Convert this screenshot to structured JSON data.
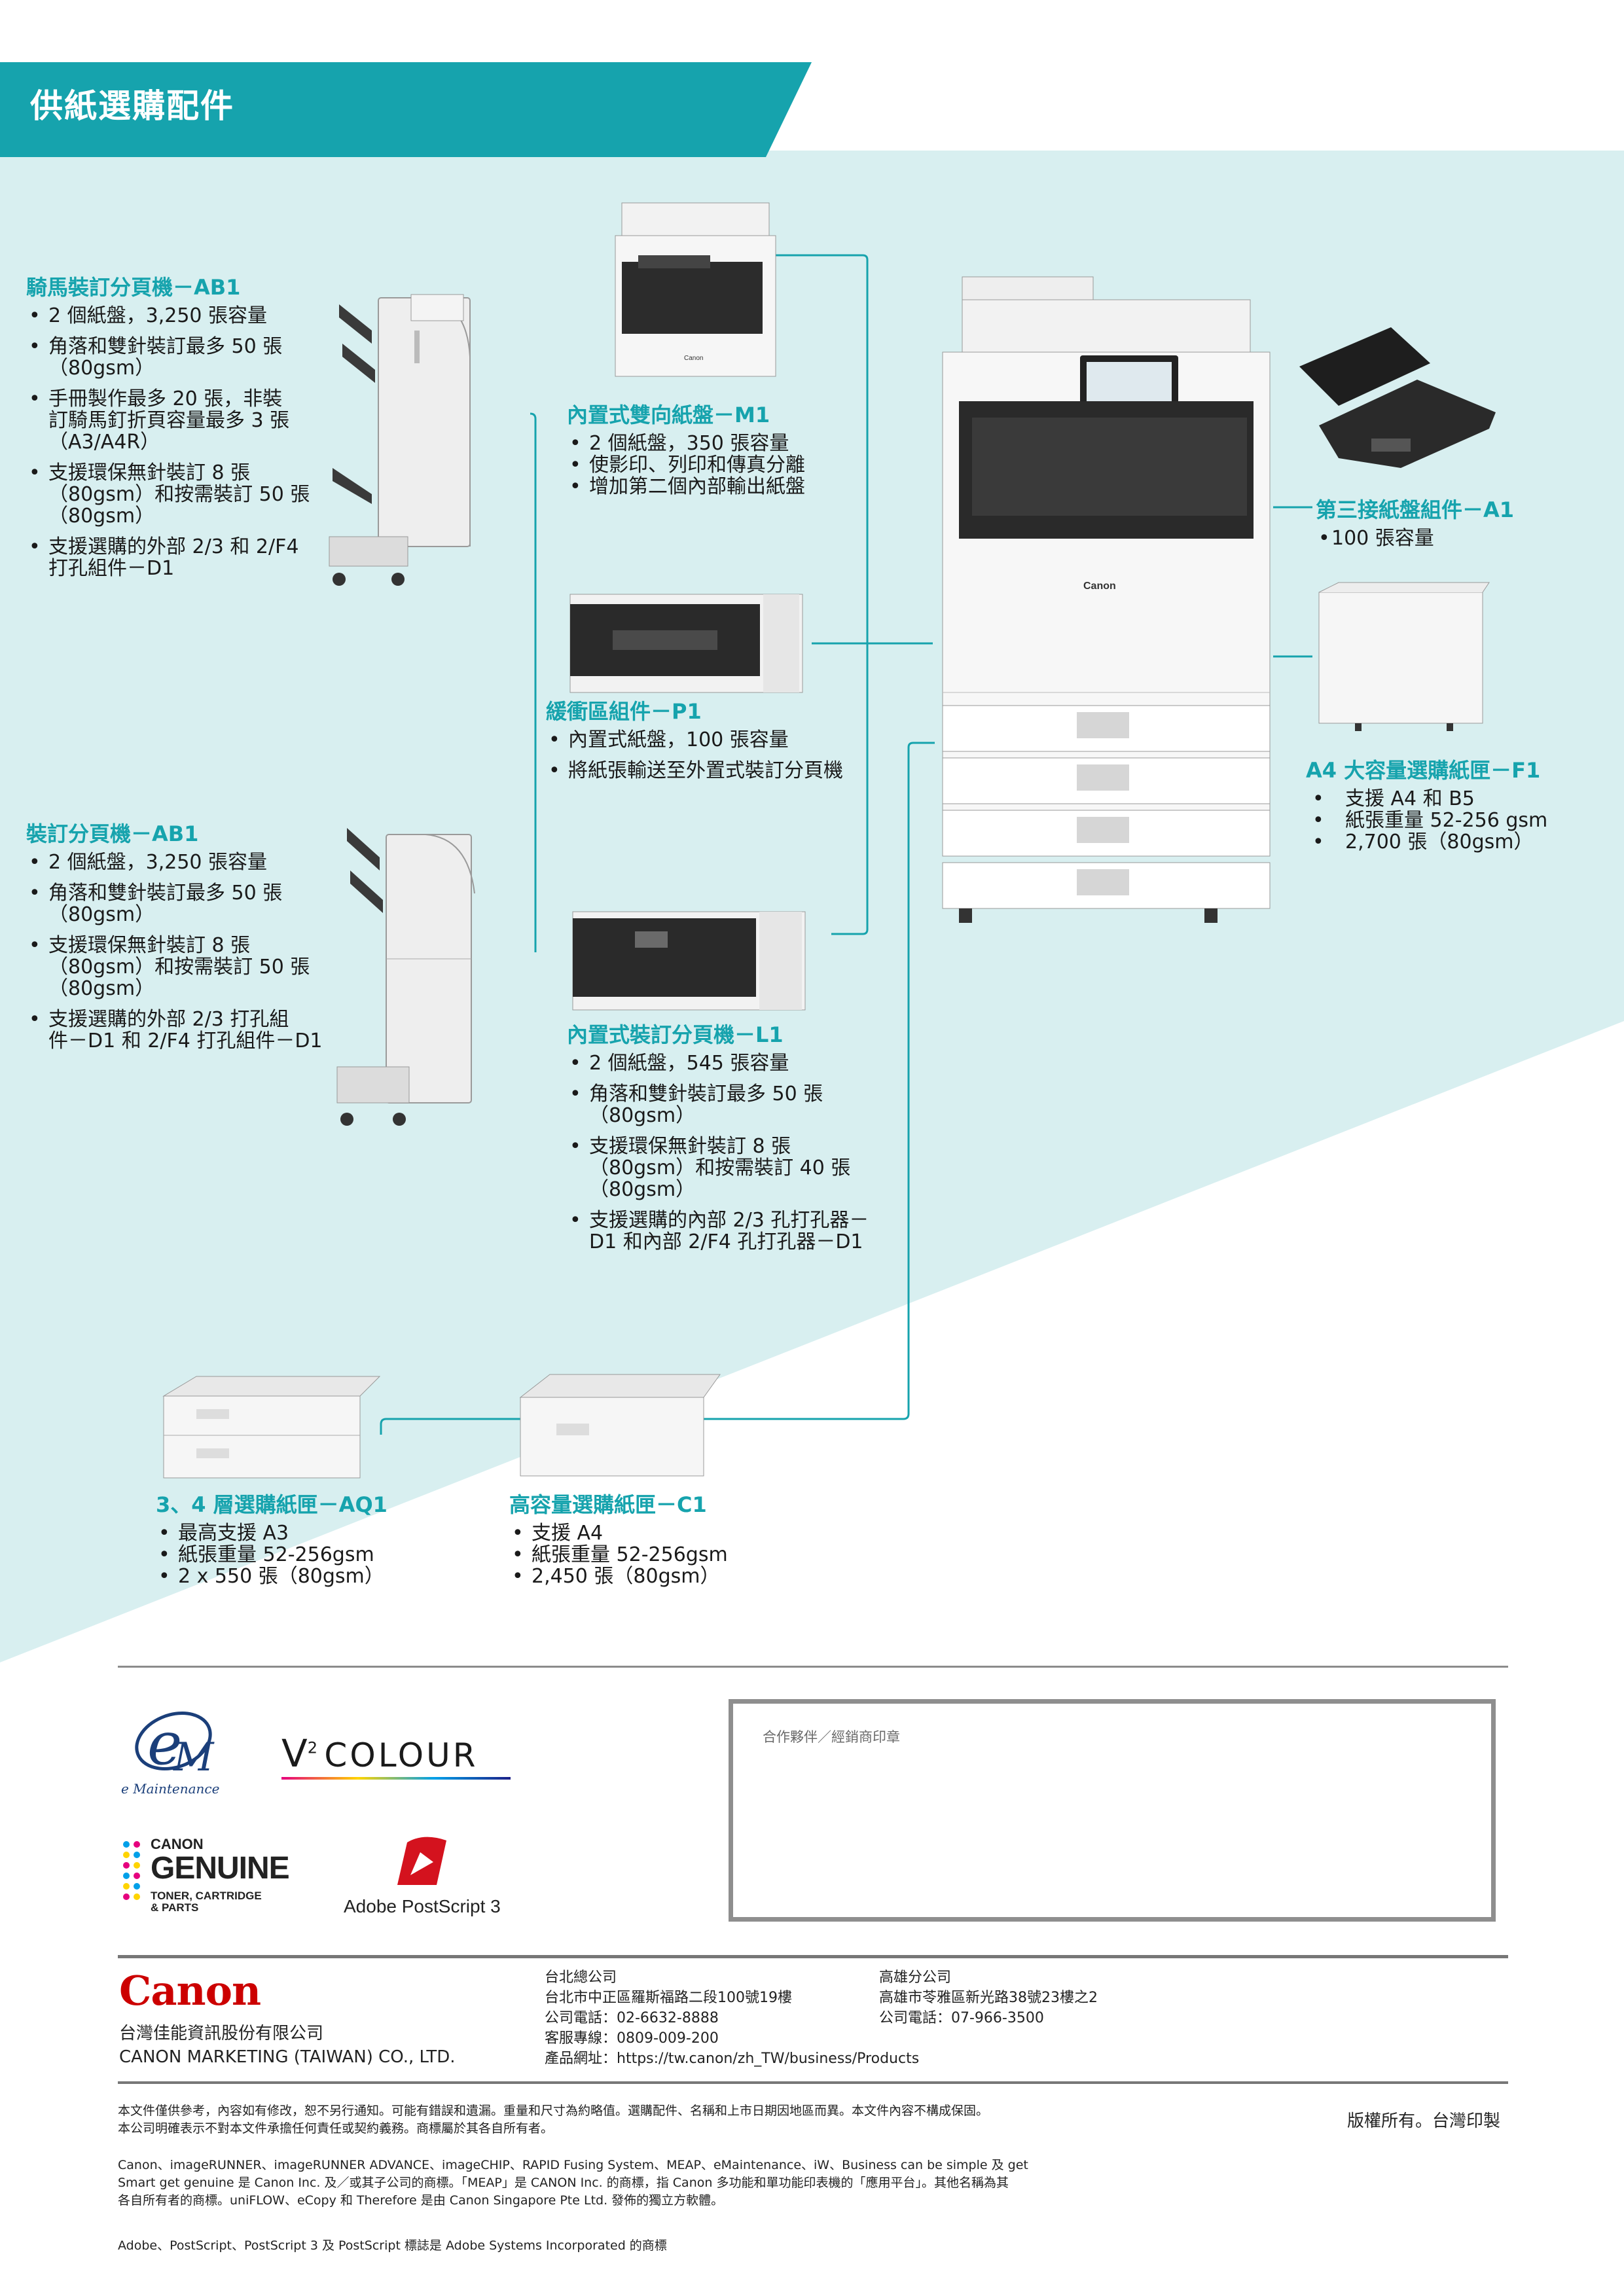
{
  "colors": {
    "teal": "#16a3ad",
    "pale_band": "#d8eff0",
    "line": "#16a3ad"
  },
  "header": {
    "title": "供紙選購配件"
  },
  "products": {
    "saddle_finisher": {
      "title": "騎馬裝訂分頁機－AB1",
      "items": [
        "2 個紙盤，3,250 張容量",
        "角落和雙針裝訂最多 50 張\n（80gsm）",
        "手冊製作最多 20 張，非裝\n訂騎馬釘折頁容量最多 3 張\n（A3/A4R）",
        "支援環保無針裝訂 8 張\n（80gsm）和按需裝訂 50 張\n（80gsm）",
        "支援選購的外部 2/3 和 2/F4\n打孔組件－D1"
      ]
    },
    "staple_finisher": {
      "title": "裝訂分頁機－AB1",
      "items": [
        "2 個紙盤，3,250 張容量",
        "角落和雙針裝訂最多 50 張\n（80gsm）",
        "支援環保無針裝訂 8 張\n（80gsm）和按需裝訂 50 張\n（80gsm）",
        "支援選購的外部 2/3 打孔組\n件－D1 和 2/F4 打孔組件－D1"
      ]
    },
    "inner_2way_tray": {
      "title": "內置式雙向紙盤－M1",
      "items": [
        "2 個紙盤，350 張容量",
        "使影印、列印和傳真分離",
        "增加第二個內部輸出紙盤"
      ]
    },
    "buffer_pass": {
      "title": "緩衝區組件－P1",
      "items": [
        "內置式紙盤，100 張容量",
        "將紙張輸送至外置式裝訂分頁機"
      ]
    },
    "inner_finisher": {
      "title": "內置式裝訂分頁機－L1",
      "items": [
        "2 個紙盤，545 張容量",
        "角落和雙針裝訂最多 50 張\n（80gsm）",
        "支援環保無針裝訂 8 張\n（80gsm）和按需裝訂 40 張\n（80gsm）",
        "支援選購的內部 2/3 孔打孔器－\nD1 和內部 2/F4 孔打孔器－D1"
      ]
    },
    "third_tray": {
      "title": "第三接紙盤組件－A1",
      "items": [
        "100 張容量"
      ]
    },
    "a4_hcf": {
      "title": "A4 大容量選購紙匣－F1",
      "items": [
        "支援 A4 和 B5",
        "紙張重量 52-256 gsm",
        "2,700 張（80gsm）"
      ]
    },
    "cassette_aq1": {
      "title": "3、4 層選購紙匣－AQ1",
      "items": [
        "最高支援 A3",
        "紙張重量 52-256gsm",
        "2 x 550 張（80gsm）"
      ]
    },
    "hcf_c1": {
      "title": "高容量選購紙匣－C1",
      "items": [
        "支援 A4",
        "紙張重量 52-256gsm",
        "2,450 張（80gsm）"
      ]
    }
  },
  "logos": {
    "emaintenance": "e Maintenance",
    "v2colour": "COLOUR",
    "genuine_top": "CANON",
    "genuine_main": "GENUINE",
    "genuine_sub1": "TONER, CARTRIDGE",
    "genuine_sub2": "& PARTS",
    "adobe": "Adobe PostScript 3",
    "canon": "Canon"
  },
  "stamp": {
    "label": "合作夥伴／經銷商印章"
  },
  "company": {
    "name_zh": "台灣佳能資訊股份有限公司",
    "name_en": "CANON MARKETING (TAIWAN) CO., LTD."
  },
  "taipei": {
    "title": "台北總公司",
    "address": "台北市中正區羅斯福路二段100號19樓",
    "phone": "公司電話：02-6632-8888",
    "service": "客服專線：0809-009-200",
    "website": "產品網址：https://tw.canon/zh_TW/business/Products"
  },
  "kaohsiung": {
    "title": "高雄分公司",
    "address": "高雄市苓雅區新光路38號23樓之2",
    "phone": "公司電話：07-966-3500"
  },
  "notes": {
    "disclaimer1": "本文件僅供參考，內容如有修改，恕不另行通知。可能有錯誤和遺漏。重量和尺寸為約略值。選購配件、名稱和上市日期因地區而異。本文件內容不構成保固。",
    "disclaimer2": "本公司明確表示不對本文件承擔任何責任或契約義務。商標屬於其各自所有者。",
    "trademark1": "Canon、imageRUNNER、imageRUNNER ADVANCE、imageCHIP、RAPID Fusing System、MEAP、eMaintenance、iW、Business can be simple 及 get",
    "trademark2": "Smart get genuine 是 Canon Inc. 及／或其子公司的商標。「MEAP」是 CANON Inc. 的商標，指 Canon 多功能和單功能印表機的「應用平台」。其他名稱為其",
    "trademark3": "各自所有者的商標。uniFLOW、eCopy 和 Therefore 是由 Canon Singapore Pte Ltd. 發佈的獨立方軟體。",
    "adobe_note": "Adobe、PostScript、PostScript 3 及 PostScript 標誌是 Adobe Systems Incorporated 的商標"
  },
  "rights": "版權所有。台灣印製"
}
